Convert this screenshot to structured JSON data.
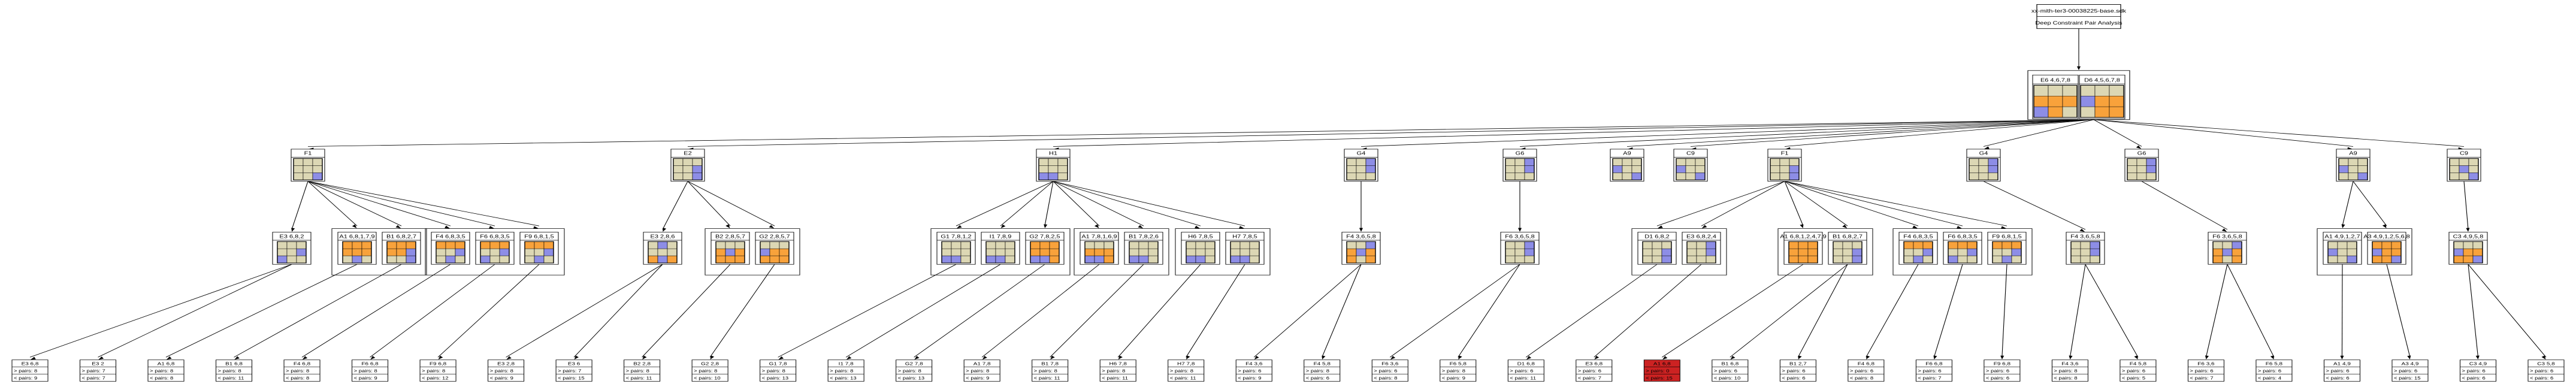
{
  "header": {
    "filename": "xx-mith-ter3-00038225-base.sdk",
    "subtitle": "Deep Constraint Pair Analysis"
  },
  "colors": {
    "tan": "#dcd7b4",
    "orange": "#f8a23b",
    "blue": "#8d8de6",
    "red": "#cc2222",
    "border": "#000000",
    "background": "#ffffff"
  },
  "root_pair": [
    {
      "label": "E6  4,6,7,8",
      "grid": "TTT OOO BOT"
    },
    {
      "label": "D6  4,5,6,7,8",
      "grid": "TTT BOO TOO"
    }
  ],
  "branches": [
    {
      "label": "F1",
      "grid": "TTT TTT TTB"
    },
    {
      "label": "E2",
      "grid": "TTT TTB TTB"
    },
    {
      "label": "H1",
      "grid": "TTT TTT BBT"
    },
    {
      "label": "G4",
      "grid": "TTB TTB TTT"
    },
    {
      "label": "G6",
      "grid": "TTB TTB TTT"
    },
    {
      "label": "A9",
      "grid": "TTT BTT TTB"
    },
    {
      "label": "C9",
      "grid": "TTT BTT TTB"
    },
    {
      "label": "F1",
      "grid": "TTT TTB TTB"
    },
    {
      "label": "G4",
      "grid": "TTB TTB TTT"
    },
    {
      "label": "G6",
      "grid": "TTB TTB TTT"
    },
    {
      "label": "A9",
      "grid": "TTT BTT TTB"
    },
    {
      "label": "C9",
      "grid": "TTT TBT TTB"
    }
  ],
  "groups": [
    {
      "branch": 0,
      "cards": [
        {
          "label": "E3  6,8,2",
          "grid": "TTT TTB BTT"
        }
      ]
    },
    {
      "branch": 0,
      "cards": [
        {
          "label": "A1  6,8,1,7,9",
          "grid": "OOO OOO TBT"
        },
        {
          "label": "B1  6,8,2,7",
          "grid": "OOO OOB TTB"
        }
      ]
    },
    {
      "branch": 0,
      "cards": [
        {
          "label": "F4  6,8,3,5",
          "grid": "OOO TTB TBT"
        },
        {
          "label": "F6  6,8,3,5",
          "grid": "OOO TTB BTT"
        },
        {
          "label": "F9  6,8,1,5",
          "grid": "OOO TTB TBT"
        }
      ]
    },
    {
      "branch": 1,
      "cards": [
        {
          "label": "E3  2,8,6",
          "grid": "TBT TTT OBO"
        }
      ]
    },
    {
      "branch": 1,
      "cards": [
        {
          "label": "B2  2,8,5,7",
          "grid": "TTT OBO OOO"
        },
        {
          "label": "G2  2,8,5,7",
          "grid": "TTT BOO OOO"
        }
      ]
    },
    {
      "branch": 2,
      "cards": [
        {
          "label": "G1  7,8,1,2",
          "grid": "TTT TTT BBT"
        },
        {
          "label": "I1  7,8,9",
          "grid": "TTT TTT BBT"
        },
        {
          "label": "G2  7,8,2,5",
          "grid": "OOO OOO BBO"
        }
      ]
    },
    {
      "branch": 2,
      "cards": [
        {
          "label": "A1  7,8,1,6,9",
          "grid": "TTT OOO BBO"
        },
        {
          "label": "B1  7,8,2,6",
          "grid": "TTT TTT BBT"
        }
      ]
    },
    {
      "branch": 2,
      "cards": [
        {
          "label": "H6  7,8,5",
          "grid": "TTT TTT BBT"
        },
        {
          "label": "H7  7,8,5",
          "grid": "TTT TTT BBT"
        }
      ]
    },
    {
      "branch": 3,
      "cards": [
        {
          "label": "F4  3,6,5,8",
          "grid": "TTB OBO OTO"
        }
      ]
    },
    {
      "branch": 4,
      "cards": [
        {
          "label": "F6  3,6,5,8",
          "grid": "TTB TTB TTT"
        }
      ]
    },
    {
      "branch": 7,
      "cards": [
        {
          "label": "D1  6,8,2",
          "grid": "TTT TTB TTB"
        },
        {
          "label": "E3  6,8,2,4",
          "grid": "TTB TTB TTT"
        }
      ]
    },
    {
      "branch": 7,
      "cards": [
        {
          "label": "A1  6,8,1,2,4,7,9",
          "grid": "OOO OOO OOO"
        },
        {
          "label": "B1  6,8,2,7",
          "grid": "TTT TTB TTB"
        }
      ]
    },
    {
      "branch": 7,
      "cards": [
        {
          "label": "F4  6,8,3,5",
          "grid": "OOO TTB TBT"
        },
        {
          "label": "F6  6,8,3,5",
          "grid": "OOO TTB BTT"
        },
        {
          "label": "F9  6,8,1,5",
          "grid": "OOO TTB TBT"
        }
      ]
    },
    {
      "branch": 8,
      "cards": [
        {
          "label": "F4  3,6,5,8",
          "grid": "TTB TTB TTT"
        }
      ]
    },
    {
      "branch": 9,
      "cards": [
        {
          "label": "F6  3,6,5,8",
          "grid": "TTB OBO OTO"
        }
      ]
    },
    {
      "branch": 10,
      "cards": [
        {
          "label": "A1  4,9,1,2,7",
          "grid": "TTT BTT TTB"
        },
        {
          "label": "A3  4,9,1,2,5,6,8",
          "grid": "OOO BOO OOB"
        }
      ]
    },
    {
      "branch": 11,
      "cards": [
        {
          "label": "C3  4,9,5,8",
          "grid": "TTT BOO OOB"
        }
      ]
    }
  ],
  "leaves": [
    {
      "group": 0,
      "card": 0,
      "label": "E3  6,8",
      "gt": "> pairs:  8",
      "lt": "< pairs:  9"
    },
    {
      "group": 0,
      "card": 0,
      "label": "E3  2",
      "gt": "> pairs:  7",
      "lt": "< pairs:  7"
    },
    {
      "group": 1,
      "card": 0,
      "label": "A1  6,8",
      "gt": "> pairs:  8",
      "lt": "< pairs:  8"
    },
    {
      "group": 1,
      "card": 1,
      "label": "B1  6,8",
      "gt": "> pairs:  8",
      "lt": "< pairs:  11"
    },
    {
      "group": 2,
      "card": 0,
      "label": "F4  6,8",
      "gt": "> pairs:  8",
      "lt": "< pairs:  8"
    },
    {
      "group": 2,
      "card": 1,
      "label": "F6  6,8",
      "gt": "> pairs:  8",
      "lt": "< pairs:  9"
    },
    {
      "group": 2,
      "card": 2,
      "label": "F9  6,8",
      "gt": "> pairs:  8",
      "lt": "< pairs:  12"
    },
    {
      "group": 3,
      "card": 0,
      "label": "E3  2,8",
      "gt": "> pairs:  8",
      "lt": "< pairs:  9"
    },
    {
      "group": 3,
      "card": 0,
      "label": "E3  6",
      "gt": "> pairs:  7",
      "lt": "< pairs:  15"
    },
    {
      "group": 4,
      "card": 0,
      "label": "B2  2,8",
      "gt": "> pairs:  8",
      "lt": "< pairs:  11"
    },
    {
      "group": 4,
      "card": 1,
      "label": "G2  2,8",
      "gt": "> pairs:  8",
      "lt": "< pairs:  10"
    },
    {
      "group": 5,
      "card": 0,
      "label": "G1  7,8",
      "gt": "> pairs:  8",
      "lt": "< pairs:  13"
    },
    {
      "group": 5,
      "card": 1,
      "label": "I1  7,8",
      "gt": "> pairs:  8",
      "lt": "< pairs:  13"
    },
    {
      "group": 5,
      "card": 2,
      "label": "G2  7,8",
      "gt": "> pairs:  8",
      "lt": "< pairs:  13"
    },
    {
      "group": 6,
      "card": 0,
      "label": "A1  7,8",
      "gt": "> pairs:  8",
      "lt": "< pairs:  9"
    },
    {
      "group": 6,
      "card": 1,
      "label": "B1  7,8",
      "gt": "> pairs:  8",
      "lt": "< pairs:  11"
    },
    {
      "group": 7,
      "card": 0,
      "label": "H6  7,8",
      "gt": "> pairs:  8",
      "lt": "< pairs:  11"
    },
    {
      "group": 7,
      "card": 1,
      "label": "H7  7,8",
      "gt": "> pairs:  8",
      "lt": "< pairs:  11"
    },
    {
      "group": 8,
      "card": 0,
      "label": "F4  3,6",
      "gt": "> pairs:  6",
      "lt": "< pairs:  9"
    },
    {
      "group": 8,
      "card": 0,
      "label": "F4  5,8",
      "gt": "> pairs:  8",
      "lt": "< pairs:  6"
    },
    {
      "group": 9,
      "card": 0,
      "label": "F6  3,6",
      "gt": "> pairs:  6",
      "lt": "< pairs:  8"
    },
    {
      "group": 9,
      "card": 0,
      "label": "F6  5,8",
      "gt": "> pairs:  8",
      "lt": "< pairs:  9"
    },
    {
      "group": 10,
      "card": 0,
      "label": "D1  6,8",
      "gt": "> pairs:  6",
      "lt": "< pairs:  11"
    },
    {
      "group": 10,
      "card": 1,
      "label": "E3  6,8",
      "gt": "> pairs:  6",
      "lt": "< pairs:  7"
    },
    {
      "group": 11,
      "card": 0,
      "label": "A1  6,8",
      "gt": "> pairs:  0",
      "lt": "< pairs:  15",
      "highlight": true
    },
    {
      "group": 11,
      "card": 1,
      "label": "B1  6,8",
      "gt": "> pairs:  6",
      "lt": "< pairs:  10"
    },
    {
      "group": 11,
      "card": 1,
      "label": "B1  2,7",
      "gt": "> pairs:  6",
      "lt": "< pairs:  6"
    },
    {
      "group": 12,
      "card": 0,
      "label": "F4  6,8",
      "gt": "> pairs:  6",
      "lt": "< pairs:  8"
    },
    {
      "group": 12,
      "card": 1,
      "label": "F6  6,8",
      "gt": "> pairs:  6",
      "lt": "< pairs:  7"
    },
    {
      "group": 12,
      "card": 2,
      "label": "F9  6,8",
      "gt": "> pairs:  6",
      "lt": "< pairs:  6"
    },
    {
      "group": 13,
      "card": 0,
      "label": "F4  3,6",
      "gt": "> pairs:  8",
      "lt": "< pairs:  8"
    },
    {
      "group": 13,
      "card": 0,
      "label": "F4  5,8",
      "gt": "> pairs:  6",
      "lt": "< pairs:  5"
    },
    {
      "group": 14,
      "card": 0,
      "label": "F6  3,6",
      "gt": "> pairs:  6",
      "lt": "< pairs:  7"
    },
    {
      "group": 14,
      "card": 0,
      "label": "F6  5,8",
      "gt": "> pairs:  6",
      "lt": "< pairs:  4"
    },
    {
      "group": 15,
      "card": 0,
      "label": "A1  4,9",
      "gt": "> pairs:  6",
      "lt": "< pairs:  6"
    },
    {
      "group": 15,
      "card": 1,
      "label": "A3  4,9",
      "gt": "> pairs:  6",
      "lt": "< pairs:  15"
    },
    {
      "group": 16,
      "card": 0,
      "label": "C3  4,9",
      "gt": "> pairs:  6",
      "lt": "< pairs:  6"
    },
    {
      "group": 16,
      "card": 0,
      "label": "C3  5,8",
      "gt": "> pairs:  6",
      "lt": "< pairs:  6"
    }
  ]
}
